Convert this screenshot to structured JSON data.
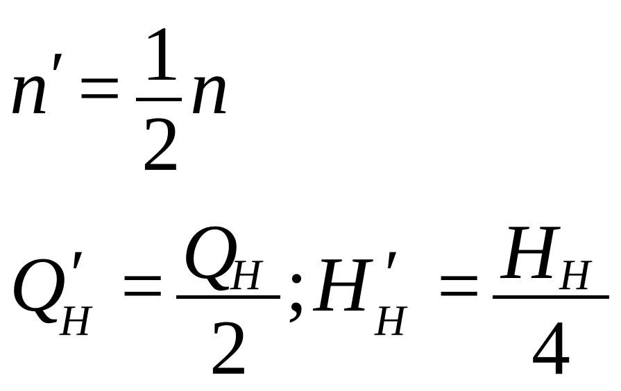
{
  "equation1": {
    "lhs_var": "n",
    "lhs_prime": "′",
    "eq": "=",
    "numerator": "1",
    "denominator": "2",
    "rhs_var": "n"
  },
  "equation2": {
    "lhs_var": "Q",
    "lhs_prime": "′",
    "lhs_sub": "H",
    "eq": "=",
    "num_var": "Q",
    "num_sub": "H",
    "denominator": "2",
    "separator": ";"
  },
  "equation3": {
    "lhs_var": "H",
    "lhs_prime": "′",
    "lhs_sub": "H",
    "eq": "=",
    "num_var": "H",
    "num_sub": "H",
    "denominator": "4"
  }
}
